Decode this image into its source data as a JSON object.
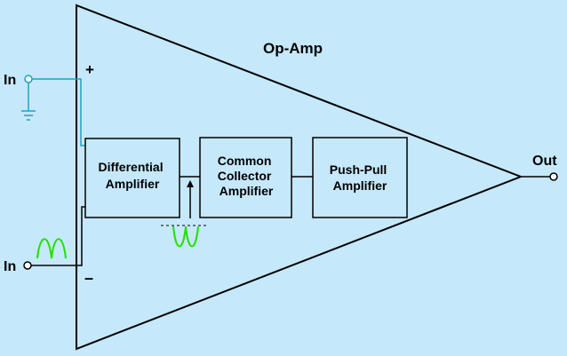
{
  "diagram": {
    "title": "Op-Amp",
    "inputs": {
      "noninverting": {
        "label": "In",
        "sign": "+"
      },
      "inverting": {
        "label": "In",
        "sign": "–"
      }
    },
    "output": {
      "label": "Out"
    },
    "blocks": [
      {
        "id": "diff",
        "lines": [
          "Differential",
          "Amplifier"
        ]
      },
      {
        "id": "cc",
        "lines": [
          "Common",
          "Collector",
          "Amplifier"
        ]
      },
      {
        "id": "pp",
        "lines": [
          "Push-Pull",
          "Amplifier"
        ]
      }
    ],
    "colors": {
      "background": "#c6e8fb",
      "noninverting_wire": "#1aa3c8",
      "signal_wave": "#22e000",
      "outline": "#000000"
    },
    "icons": [
      "ground-icon",
      "input-terminal-icon",
      "output-terminal-icon",
      "signal-wave-icon",
      "signal-arrow-icon"
    ]
  }
}
